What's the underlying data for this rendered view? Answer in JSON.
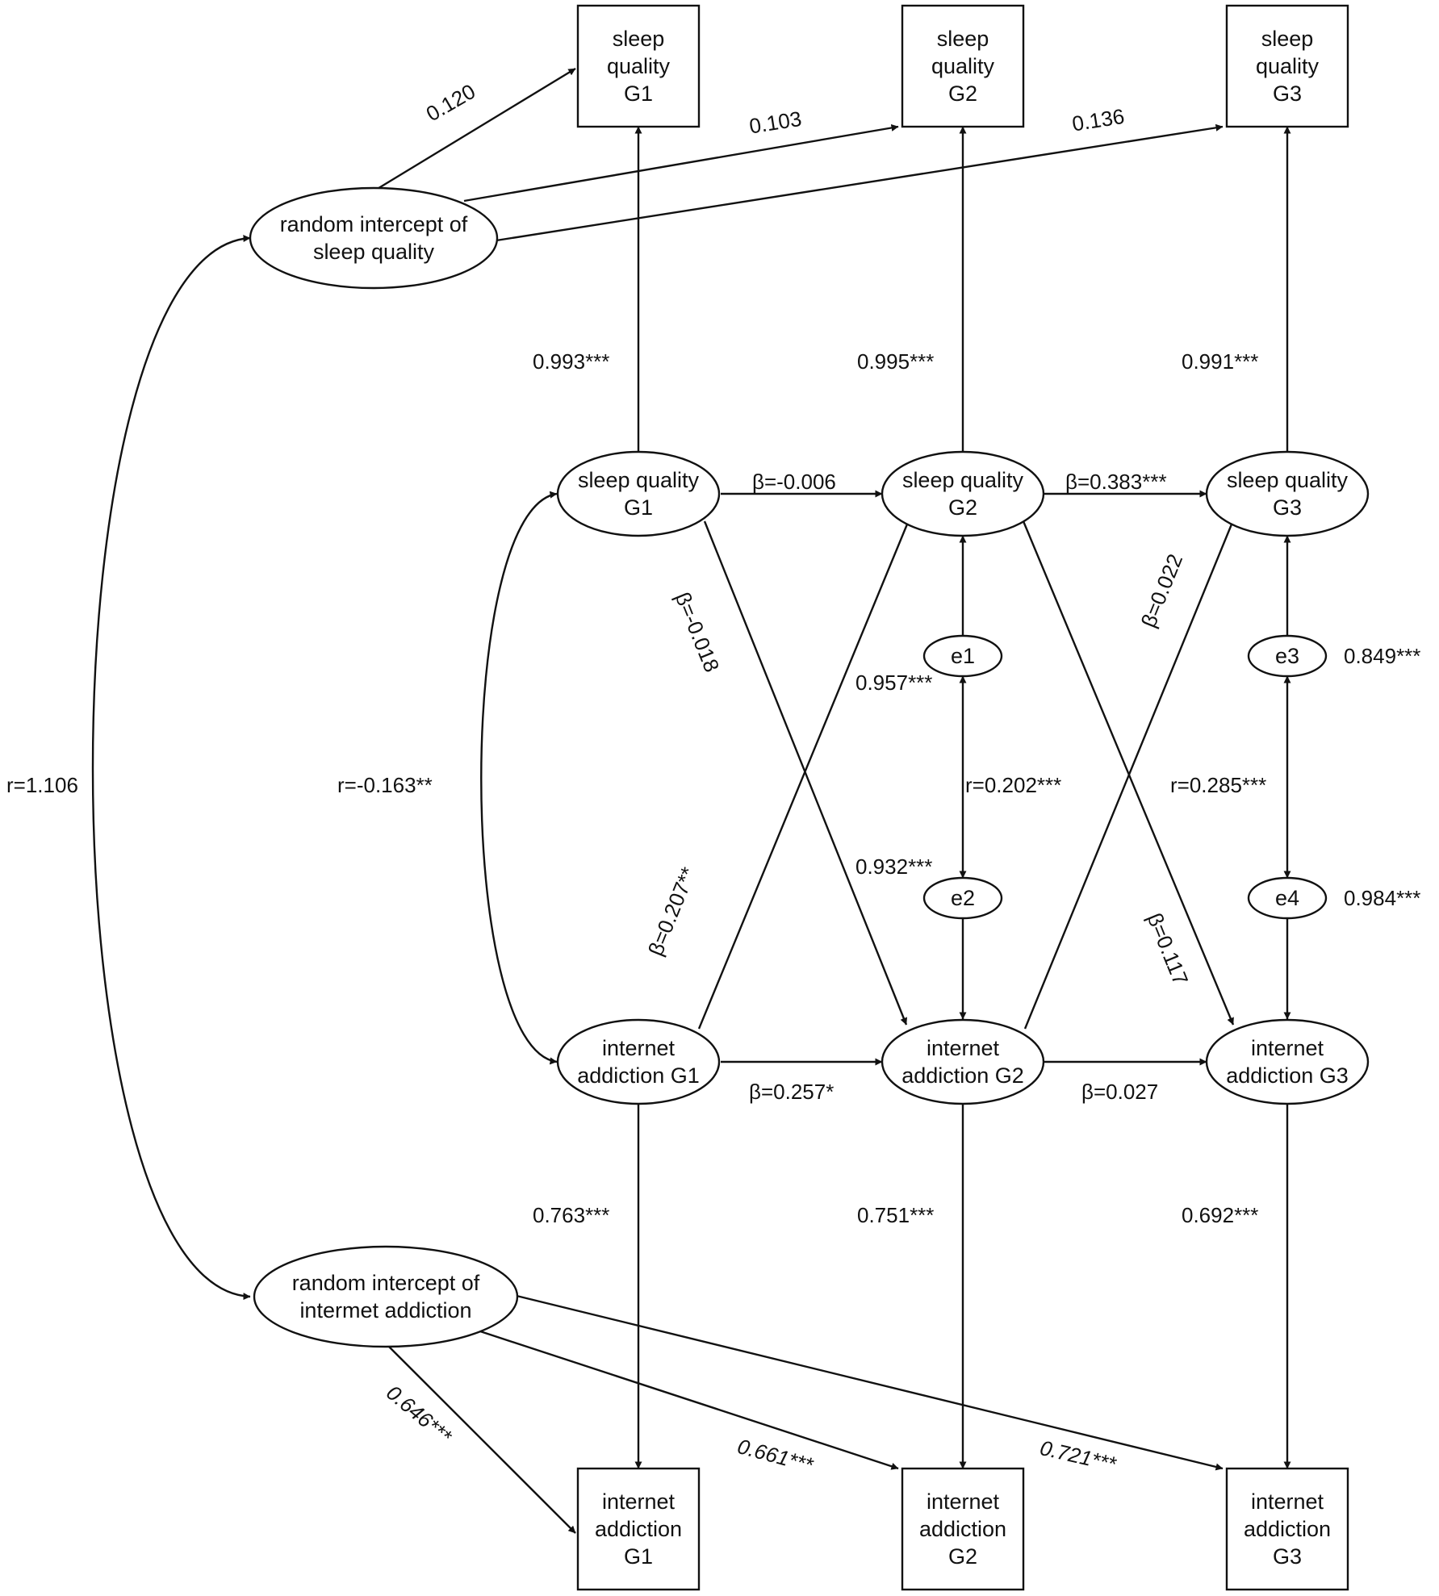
{
  "nodes": {
    "sq_box_1": [
      "sleep",
      "quality",
      "G1"
    ],
    "sq_box_2": [
      "sleep",
      "quality",
      "G2"
    ],
    "sq_box_3": [
      "sleep",
      "quality",
      "G3"
    ],
    "ia_box_1": [
      "internet",
      "addiction",
      "G1"
    ],
    "ia_box_2": [
      "internet",
      "addiction",
      "G2"
    ],
    "ia_box_3": [
      "internet",
      "addiction",
      "G3"
    ],
    "ri_sleep": [
      "random intercept of",
      "sleep quality"
    ],
    "ri_internet": [
      "random intercept of",
      "intermet addiction"
    ],
    "sq_lat_1": [
      "sleep quality",
      "G1"
    ],
    "sq_lat_2": [
      "sleep quality",
      "G2"
    ],
    "sq_lat_3": [
      "sleep quality",
      "G3"
    ],
    "ia_lat_1": [
      "internet",
      "addiction G1"
    ],
    "ia_lat_2": [
      "internet",
      "addiction G2"
    ],
    "ia_lat_3": [
      "internet",
      "addiction G3"
    ],
    "e1": [
      "e1"
    ],
    "e2": [
      "e2"
    ],
    "e3": [
      "e3"
    ],
    "e4": [
      "e4"
    ]
  },
  "labels": {
    "ri_sq_g1": "0.120",
    "ri_sq_g2": "0.103",
    "ri_sq_g3": "0.136",
    "load_sq_1": "0.993***",
    "load_sq_2": "0.995***",
    "load_sq_3": "0.991***",
    "ar_sq_12": "β=-0.006",
    "ar_sq_23": "β=0.383***",
    "cl_sq1_ia2": "β=-0.018",
    "cl_ia1_sq2": "β=0.207**",
    "cl_ia2_sq3": "β=0.022",
    "cl_sq2_ia3": "β=0.117",
    "res_e1": "0.957***",
    "res_e2": "0.932***",
    "res_e3": "0.849***",
    "res_e4": "0.984***",
    "cov_e1e2": "r=0.202***",
    "cov_e3e4": "r=0.285***",
    "cov_ri": "r=1.106",
    "cov_g1": "r=-0.163**",
    "ar_ia_12": "β=0.257*",
    "ar_ia_23": "β=0.027",
    "load_ia_1": "0.763***",
    "load_ia_2": "0.751***",
    "load_ia_3": "0.692***",
    "ri_ia_g1": "0.646***",
    "ri_ia_g2": "0.661***",
    "ri_ia_g3": "0.721***"
  }
}
